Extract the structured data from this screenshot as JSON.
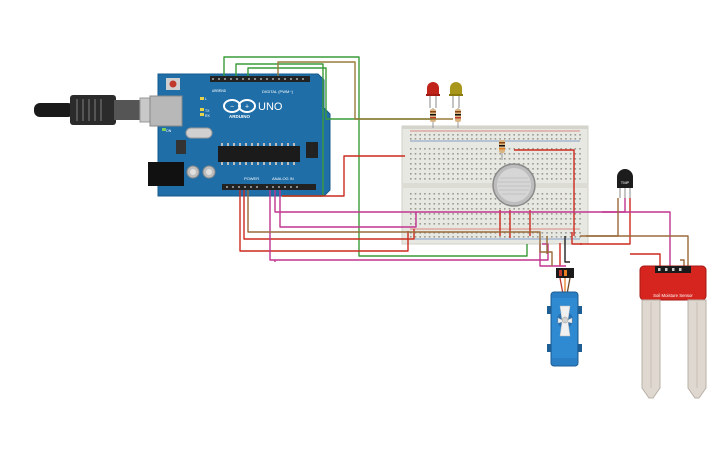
{
  "arduino": {
    "brand": "ARDUINO",
    "model": "UNO",
    "digital_label": "DIGITAL (PWM~)",
    "power_label": "POWER",
    "analog_label": "ANALOG IN",
    "tx_label": "TX",
    "rx_label": "RX",
    "l_label": "L",
    "on_label": "ON",
    "aref_label": "AREF",
    "gnd_label": "GND"
  },
  "temp_sensor": {
    "label": "TMP"
  },
  "soil_sensor": {
    "label": "Soil Moisture Sensor"
  },
  "colors": {
    "board": "#1f6ea8",
    "breadboard": "#e8e8e2",
    "wire_green": "#3a9b3a",
    "wire_red": "#cc2a1e",
    "wire_magenta": "#c0358f",
    "wire_brown": "#9a6a3a",
    "wire_black": "#222222",
    "soil_pcb": "#d6241e",
    "servo": "#2a7fc4"
  },
  "icons": [
    "usb-cable-icon",
    "led-red-icon",
    "led-yellow-icon",
    "resistor-icon",
    "gas-sensor-icon",
    "servo-icon",
    "soil-sensor-icon",
    "temperature-sensor-icon"
  ]
}
